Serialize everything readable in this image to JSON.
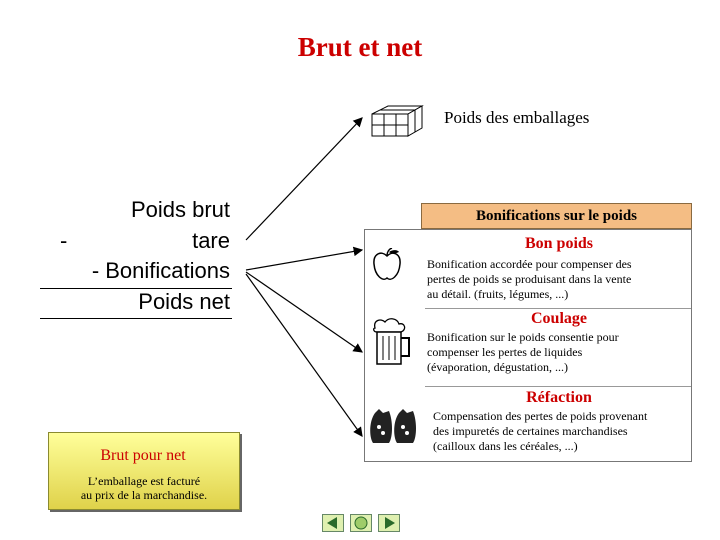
{
  "title": "Brut et net",
  "emballages": {
    "label": "Poids des emballages",
    "icon": "box-icon"
  },
  "calculation": {
    "line1": "Poids brut",
    "minus": "-",
    "line2": "tare",
    "line3": "- Bonifications",
    "result": "Poids net"
  },
  "bonifications": {
    "header": "Bonifications sur le poids",
    "sections": [
      {
        "title": "Bon poids",
        "icon": "apple-icon",
        "desc": [
          "Bonification accordée pour compenser des",
          "pertes de poids se produisant dans la vente",
          "au détail. (fruits, légumes, ...)"
        ]
      },
      {
        "title": "Coulage",
        "icon": "beer-mug-icon",
        "desc": [
          "Bonification sur le poids consentie pour",
          "compenser les pertes de liquides",
          "(évaporation, dégustation, ...)"
        ]
      },
      {
        "title": "Réfaction",
        "icon": "sacks-icon",
        "desc": [
          "Compensation des pertes de poids provenant",
          "des impuretés de certaines marchandises",
          "(cailloux dans les céréales, ...)"
        ]
      }
    ]
  },
  "brut_pour_net": {
    "title": "Brut pour net",
    "desc": [
      "L’emballage est facturé",
      "au prix de la marchandise."
    ]
  },
  "navigation": {
    "prev": "back-arrow-icon",
    "home": "home-circle-icon",
    "next": "forward-arrow-icon"
  },
  "colors": {
    "title": "#cc0000",
    "header_bg": "#f4bd84",
    "callout_bg": "#ffff9a"
  }
}
